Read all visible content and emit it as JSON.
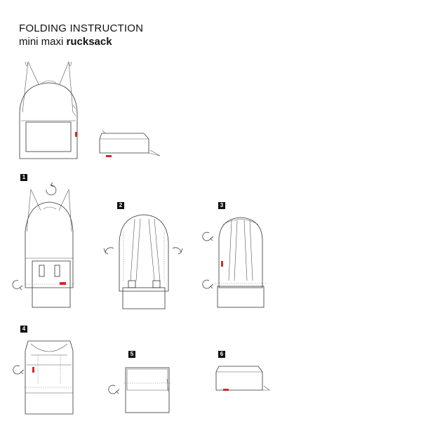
{
  "header": {
    "title": "FOLDING INSTRUCTION",
    "subtitle_prefix": "mini maxi ",
    "subtitle_bold": "rucksack"
  },
  "steps": [
    {
      "number": "1"
    },
    {
      "number": "2"
    },
    {
      "number": "3"
    },
    {
      "number": "4"
    },
    {
      "number": "5"
    },
    {
      "number": "6"
    }
  ],
  "colors": {
    "line": "#333333",
    "accent": "#d22a2a",
    "badge": "#111111"
  }
}
